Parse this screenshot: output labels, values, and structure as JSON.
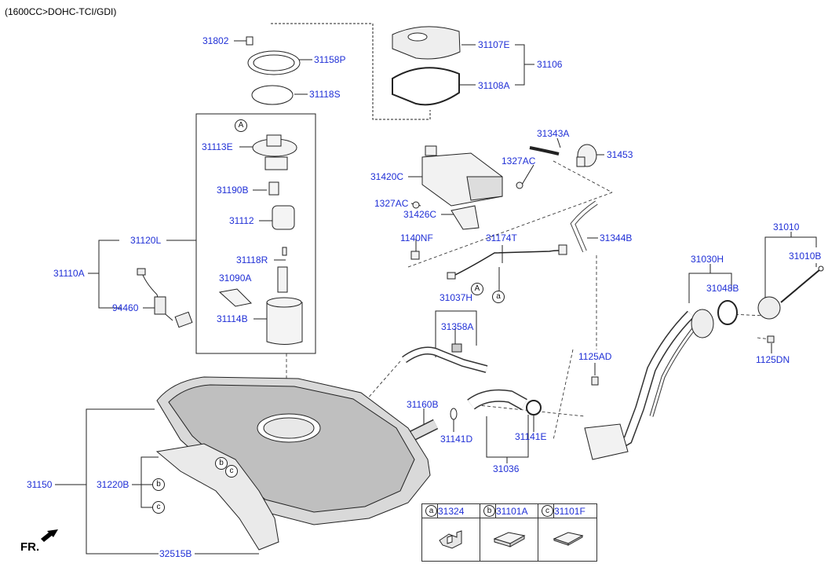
{
  "header": {
    "caption": "(1600CC>DOHC-TCI/GDI)"
  },
  "footer": {
    "fr_label": "FR."
  },
  "parts": {
    "p31802": "31802",
    "p31158P": "31158P",
    "p31118S": "31118S",
    "p31107E": "31107E",
    "p31106": "31106",
    "p31108A": "31108A",
    "p31113E": "31113E",
    "p31190B": "31190B",
    "p31112": "31112",
    "p31118R": "31118R",
    "p31090A": "31090A",
    "p31114B": "31114B",
    "p31120L": "31120L",
    "p31110A": "31110A",
    "p94460": "94460",
    "p31343A": "31343A",
    "p31453": "31453",
    "p1327AC_a": "1327AC",
    "p1327AC_b": "1327AC",
    "p31420C": "31420C",
    "p31426C": "31426C",
    "p1140NF": "1140NF",
    "p31174T": "31174T",
    "p31344B": "31344B",
    "p31037H": "31037H",
    "p31358A": "31358A",
    "p31160B": "31160B",
    "p31141D": "31141D",
    "p31141E": "31141E",
    "p31036": "31036",
    "p1125AD": "1125AD",
    "p31030H": "31030H",
    "p31048B": "31048B",
    "p31010": "31010",
    "p31010B": "31010B",
    "p1125DN": "1125DN",
    "p31150": "31150",
    "p31220B": "31220B",
    "p32515B": "32515B"
  },
  "markers": {
    "a": "a",
    "b": "b",
    "c": "c",
    "A": "A"
  },
  "legend": [
    {
      "mark": "a",
      "code": "31324"
    },
    {
      "mark": "b",
      "code": "31101A"
    },
    {
      "mark": "c",
      "code": "31101F"
    }
  ]
}
